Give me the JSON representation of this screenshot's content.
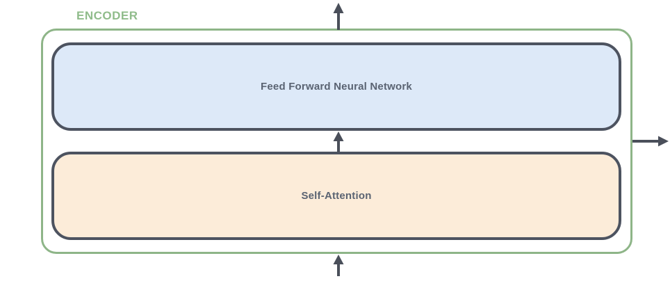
{
  "encoder": {
    "label": "ENCODER",
    "blocks": [
      {
        "name": "feed-forward",
        "label": "Feed Forward Neural Network"
      },
      {
        "name": "self-attention",
        "label": "Self-Attention"
      }
    ]
  },
  "arrows": [
    {
      "name": "input-arrow-up",
      "direction": "up",
      "position": "bottom-center"
    },
    {
      "name": "attention-to-ffnn-arrow-up",
      "direction": "up",
      "position": "between-blocks"
    },
    {
      "name": "output-arrow-up",
      "direction": "up",
      "position": "top-center"
    },
    {
      "name": "output-arrow-right",
      "direction": "right",
      "position": "right-middle"
    }
  ],
  "colors": {
    "encoder_border": "#8eb588",
    "encoder_label": "#90bc8b",
    "block_border": "#4d5360",
    "ffnn_fill": "#dde9f8",
    "attention_fill": "#fcecd9",
    "block_text": "#5a6372",
    "arrow": "#4a4f5a",
    "background": "#ffffff"
  }
}
